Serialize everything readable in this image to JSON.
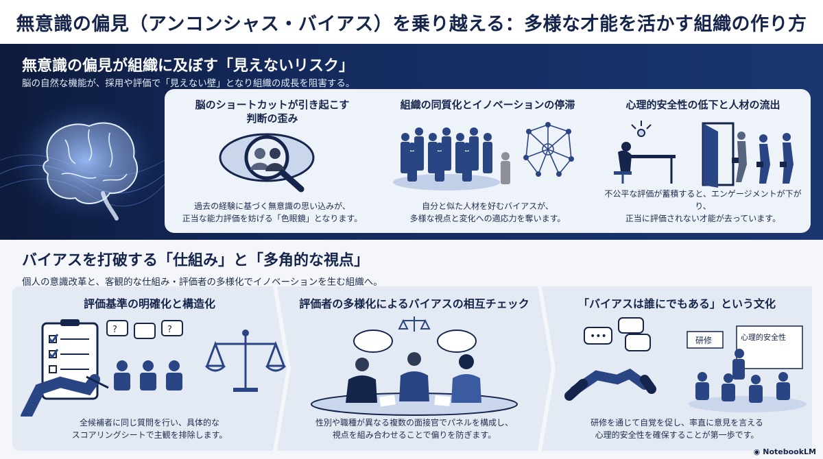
{
  "title": "無意識の偏見（アンコンシャス・バイアス）を乗り越える：多様な才能を活かす組織の作り方",
  "risk": {
    "heading": "無意識の偏見が組織に及ぼす「見えないリスク」",
    "subheading": "脳の自然な機能が、採用や評価で「見えない壁」となり組織の成長を阻害する。",
    "cards": [
      {
        "title": "脳のショートカットが引き起こす\n判断の歪み",
        "body": "過去の経験に基づく無意識の思い込みが、\n正当な能力評価を妨げる「色眼鏡」となります。"
      },
      {
        "title": "組織の同質化とイノベーションの停滞",
        "body": "自分と似た人材を好むバイアスが、\n多様な視点と変化への適応力を奪います。"
      },
      {
        "title": "心理的安全性の低下と人材の流出",
        "body": "不公平な評価が蓄積すると、エンゲージメントが下がり、\n正当に評価されない才能が去っています。"
      }
    ]
  },
  "solution": {
    "heading": "バイアスを打破する「仕組み」と「多角的な視点」",
    "subheading": "個人の意識改革と、客観的な仕組み・評価者の多様化でイノベーションを生む組織へ。",
    "steps": [
      {
        "title": "評価基準の明確化と構造化",
        "body": "全候補者に同じ質問を行い、具体的な\nスコアリングシートで主観を排除します。"
      },
      {
        "title": "評価者の多様化によるバイアスの相互チェック",
        "body": "性別や職種が異なる複数の面接官でパネルを構成し、\n視点を組み合わせることで偏りを防ぎます。"
      },
      {
        "title": "「バイアスは誰にでもある」という文化",
        "body": "研修を通じて自覚を促し、率直に意見を言える\n心理的安全性を確保することが第一歩です。",
        "board_label_1": "研修",
        "board_label_2": "心理的安全性"
      }
    ]
  },
  "footer": {
    "logo": "NotebookLM"
  },
  "colors": {
    "navy": "#14244a",
    "accent": "#2f4d8c",
    "panel": "#eef2f9"
  }
}
